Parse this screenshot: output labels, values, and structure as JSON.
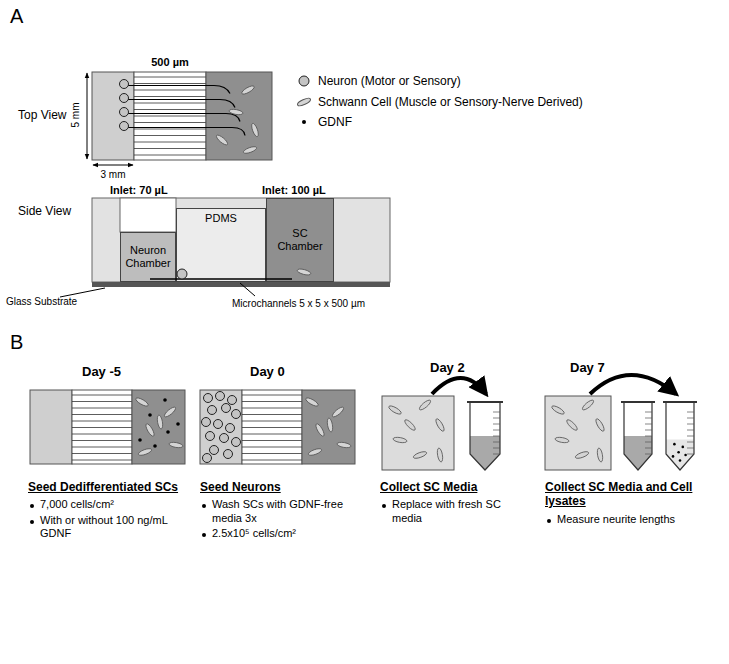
{
  "diagram": {
    "nodes": [
      {
        "text": [
          "Neuron Chamber"
        ]
      },
      {
        "text": [
          "PDMS"
        ]
      },
      {
        "text": [
          "SC Chamber"
        ]
      }
    ],
    "labels": [
      "A",
      "Top View",
      "500 µm",
      "5 mm",
      "3 mm",
      "Side View",
      "Inlet: 70 µL",
      "Inlet: 100 µL",
      "Glass Substrate",
      "Microchannels 5 x 5 x 500 µm",
      "B",
      "Day -5",
      "Day 0",
      "Day 2",
      "Day 7",
      "Seed Dedifferentiated SCs",
      "7,000 cells/cm²",
      "With or without 100 ng/mL GDNF",
      "Seed Neurons",
      "Wash SCs with GDNF-free media 3x",
      "2.5x10⁵ cells/cm²",
      "Collect SC Media",
      "Replace with fresh SC media",
      "Collect SC Media and Cell lysates",
      "Measure neurite lengths"
    ],
    "legend": [
      {
        "text": "Neuron (Motor or Sensory)"
      },
      {
        "text": "Schwann Cell (Muscle or Sensory-Nerve Derived)"
      },
      {
        "text": "GDNF"
      }
    ]
  }
}
